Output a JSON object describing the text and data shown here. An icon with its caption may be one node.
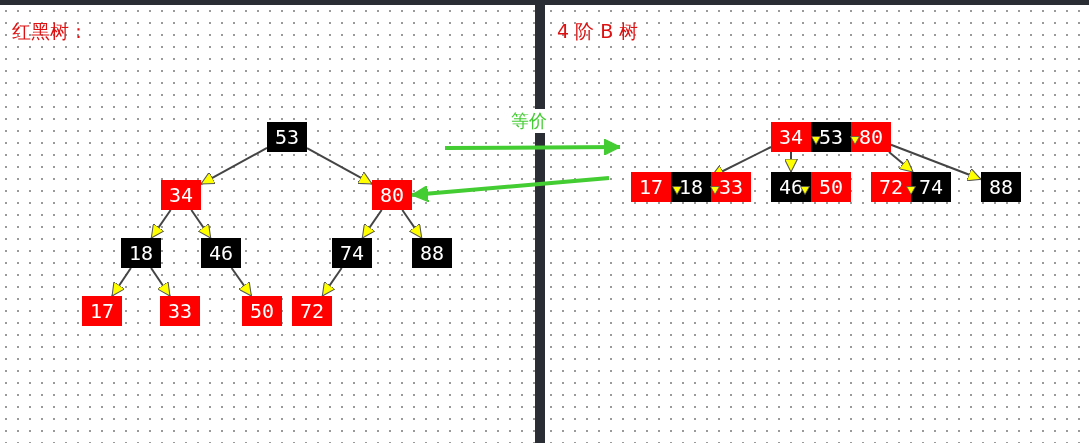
{
  "diagram": {
    "nodes": [
      {
        "text": [
          "红黑树："
        ]
      },
      {
        "text": [
          "4 阶 B 树"
        ]
      },
      {
        "text": [
          "53"
        ],
        "in": 0
      },
      {
        "text": [
          "34"
        ],
        "in": 0
      },
      {
        "text": [
          "80"
        ],
        "in": 0
      },
      {
        "text": [
          "18"
        ],
        "in": 0
      },
      {
        "text": [
          "46"
        ],
        "in": 0
      },
      {
        "text": [
          "74"
        ],
        "in": 0
      },
      {
        "text": [
          "88"
        ],
        "in": 0
      },
      {
        "text": [
          "17"
        ],
        "in": 0
      },
      {
        "text": [
          "33"
        ],
        "in": 0
      },
      {
        "text": [
          "50"
        ],
        "in": 0
      },
      {
        "text": [
          "72"
        ],
        "in": 0
      },
      {
        "text": [
          "34"
        ],
        "in": 1
      },
      {
        "text": [
          "53"
        ],
        "in": 1
      },
      {
        "text": [
          "80"
        ],
        "in": 1
      },
      {
        "text": [
          "17"
        ],
        "in": 1
      },
      {
        "text": [
          "18"
        ],
        "in": 1
      },
      {
        "text": [
          "33"
        ],
        "in": 1
      },
      {
        "text": [
          "46"
        ],
        "in": 1
      },
      {
        "text": [
          "50"
        ],
        "in": 1
      },
      {
        "text": [
          "72"
        ],
        "in": 1
      },
      {
        "text": [
          "74"
        ],
        "in": 1
      },
      {
        "text": [
          "88"
        ],
        "in": 1
      }
    ],
    "edges": [
      {
        "from": null,
        "to": 1,
        "arrow": "to",
        "label": "等价",
        "style": "thick",
        "color": "#44cc33"
      },
      {
        "from": null,
        "to": 4,
        "arrow": "to",
        "style": "thick",
        "color": "#44cc33"
      },
      {
        "from": 2,
        "to": 3,
        "arrow": "to"
      },
      {
        "from": 2,
        "to": 4,
        "arrow": "to"
      },
      {
        "from": 3,
        "to": 5,
        "arrow": "to"
      },
      {
        "from": 3,
        "to": 6,
        "arrow": "to"
      },
      {
        "from": 4,
        "to": 7,
        "arrow": "to"
      },
      {
        "from": 4,
        "to": 8,
        "arrow": "to"
      },
      {
        "from": 5,
        "to": 9,
        "arrow": "to"
      },
      {
        "from": 5,
        "to": 10,
        "arrow": "to"
      },
      {
        "from": 6,
        "to": 11,
        "arrow": "to"
      },
      {
        "from": 7,
        "to": 12,
        "arrow": "to"
      },
      {
        "from": 13,
        "to": 17,
        "arrow": "to"
      },
      {
        "from": 13,
        "to": 19,
        "arrow": "to"
      },
      {
        "from": 15,
        "to": 22,
        "arrow": "to"
      },
      {
        "from": 15,
        "to": 23,
        "arrow": "to"
      }
    ]
  }
}
